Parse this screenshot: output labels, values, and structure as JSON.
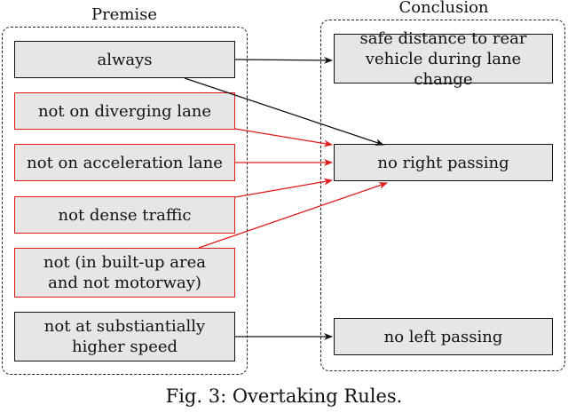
{
  "premise": {
    "title": "Premise",
    "items": [
      {
        "id": "always",
        "lines": [
          "always"
        ],
        "red": false
      },
      {
        "id": "diverging",
        "lines": [
          "not on diverging lane"
        ],
        "red": true
      },
      {
        "id": "acceleration",
        "lines": [
          "not on acceleration lane"
        ],
        "red": true
      },
      {
        "id": "dense",
        "lines": [
          "not dense traffic"
        ],
        "red": true
      },
      {
        "id": "builtup",
        "lines": [
          "not (in built-up area",
          "and not motorway)"
        ],
        "red": true
      },
      {
        "id": "speed",
        "lines": [
          "not at substiantially",
          "higher speed"
        ],
        "red": false
      }
    ]
  },
  "conclusion": {
    "title": "Conclusion",
    "items": [
      {
        "id": "safe",
        "lines": [
          "safe distance to rear",
          "vehicle during lane change"
        ]
      },
      {
        "id": "noright",
        "lines": [
          "no right passing"
        ]
      },
      {
        "id": "noleft",
        "lines": [
          "no left passing"
        ]
      }
    ]
  },
  "edge_colors": {
    "black": "#111111",
    "red": "#e01a1a"
  },
  "caption": "Fig. 3: Overtaking Rules."
}
